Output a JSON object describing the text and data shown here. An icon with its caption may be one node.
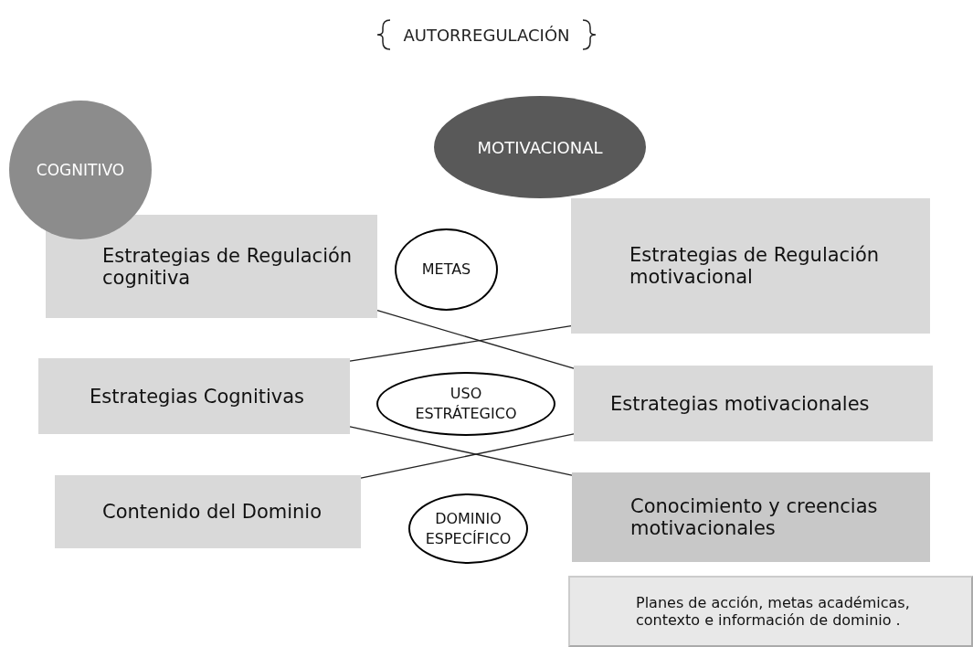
{
  "diagram": {
    "title": "AUTORREGULACIÓN",
    "nodes": [
      {
        "text": [
          "COGNITIVO"
        ]
      },
      {
        "text": [
          "MOTIVACIONAL"
        ]
      },
      {
        "text": [
          "Estrategias de Regulación cognitiva"
        ]
      },
      {
        "text": [
          "METAS"
        ]
      },
      {
        "text": [
          "Estrategias de Regulación motivacional"
        ]
      },
      {
        "text": [
          "Estrategias Cognitivas"
        ]
      },
      {
        "text": [
          "USO ESTRÁTEGICO"
        ]
      },
      {
        "text": [
          "Estrategias motivacionales"
        ]
      },
      {
        "text": [
          "Contenido del Dominio"
        ]
      },
      {
        "text": [
          "DOMINIO ESPECÍFICO"
        ]
      },
      {
        "text": [
          "Conocimiento y creencias motivacionales"
        ]
      },
      {
        "text": [
          "Planes de acción, metas académicas, contexto e información de dominio ."
        ]
      }
    ],
    "edges": [
      {
        "from": 2,
        "to": 7,
        "arrow": "none"
      },
      {
        "from": 5,
        "to": 4,
        "arrow": "none"
      },
      {
        "from": 5,
        "to": 10,
        "arrow": "none"
      },
      {
        "from": 8,
        "to": 7,
        "arrow": "none"
      }
    ]
  }
}
